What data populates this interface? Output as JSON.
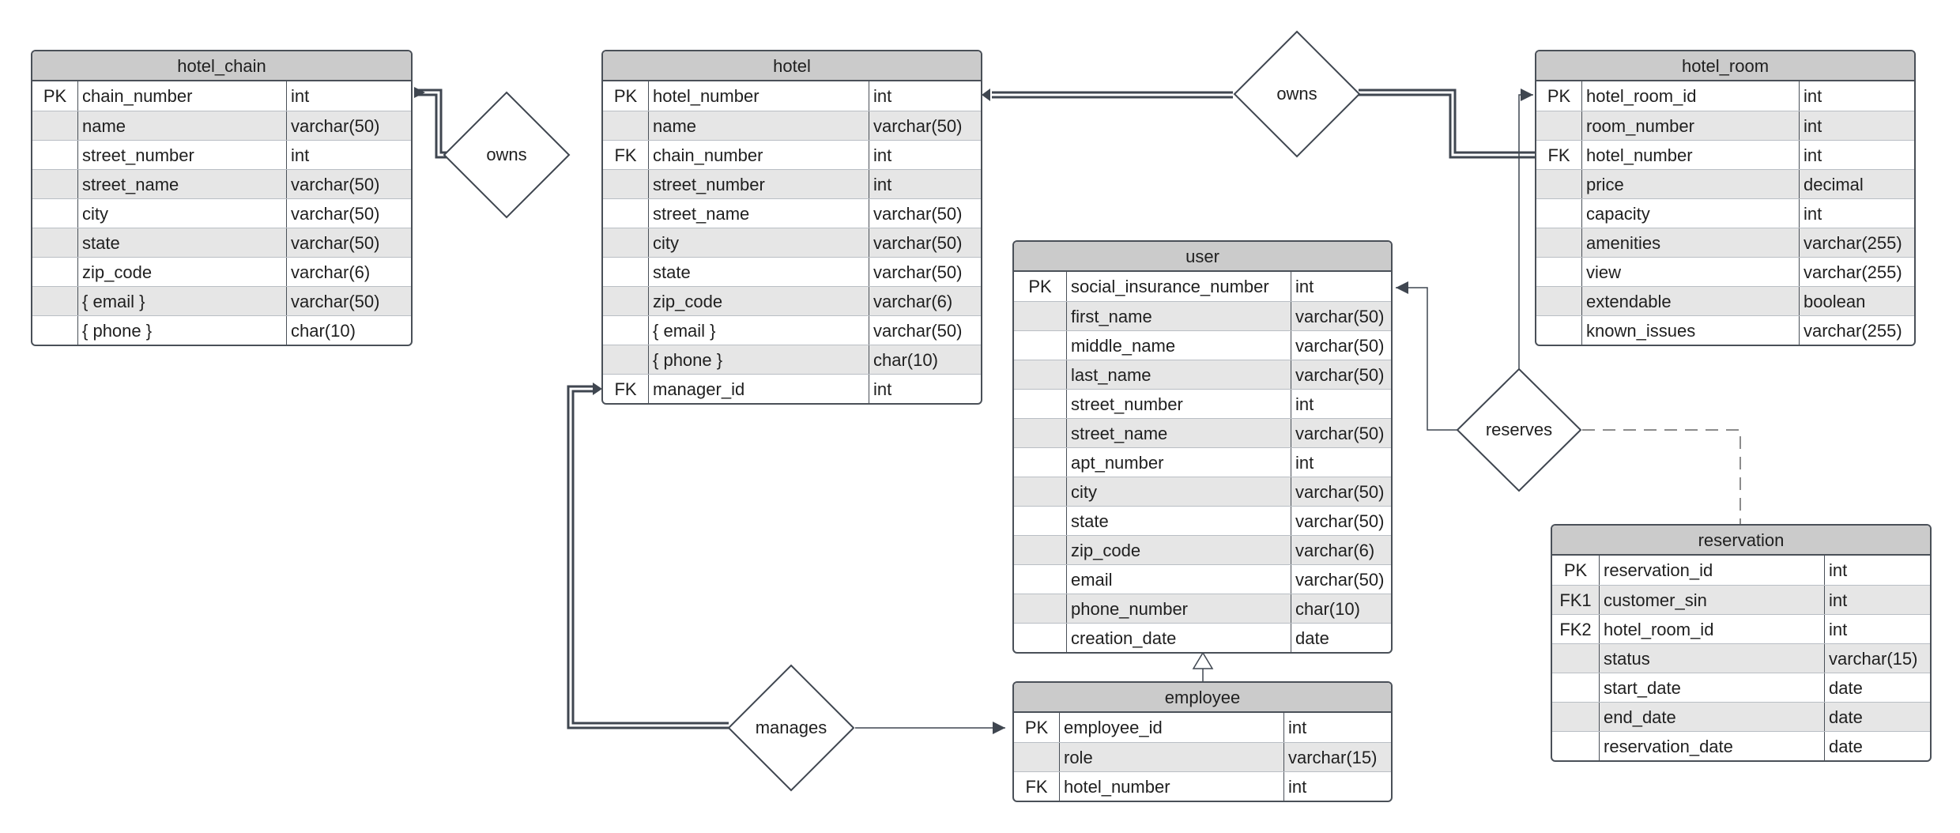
{
  "entities": {
    "hotel_chain": {
      "title": "hotel_chain",
      "rows": [
        {
          "key": "PK",
          "field": "chain_number",
          "type": "int"
        },
        {
          "key": "",
          "field": "name",
          "type": "varchar(50)"
        },
        {
          "key": "",
          "field": "street_number",
          "type": "int"
        },
        {
          "key": "",
          "field": "street_name",
          "type": "varchar(50)"
        },
        {
          "key": "",
          "field": "city",
          "type": "varchar(50)"
        },
        {
          "key": "",
          "field": "state",
          "type": "varchar(50)"
        },
        {
          "key": "",
          "field": "zip_code",
          "type": "varchar(6)"
        },
        {
          "key": "",
          "field": "{ email }",
          "type": "varchar(50)"
        },
        {
          "key": "",
          "field": "{ phone }",
          "type": "char(10)"
        }
      ]
    },
    "hotel": {
      "title": "hotel",
      "rows": [
        {
          "key": "PK",
          "field": "hotel_number",
          "type": "int"
        },
        {
          "key": "",
          "field": "name",
          "type": "varchar(50)"
        },
        {
          "key": "FK",
          "field": "chain_number",
          "type": "int"
        },
        {
          "key": "",
          "field": "street_number",
          "type": "int"
        },
        {
          "key": "",
          "field": "street_name",
          "type": "varchar(50)"
        },
        {
          "key": "",
          "field": "city",
          "type": "varchar(50)"
        },
        {
          "key": "",
          "field": "state",
          "type": "varchar(50)"
        },
        {
          "key": "",
          "field": "zip_code",
          "type": "varchar(6)"
        },
        {
          "key": "",
          "field": "{ email }",
          "type": "varchar(50)"
        },
        {
          "key": "",
          "field": "{ phone }",
          "type": "char(10)"
        },
        {
          "key": "FK",
          "field": "manager_id",
          "type": "int"
        }
      ]
    },
    "hotel_room": {
      "title": "hotel_room",
      "rows": [
        {
          "key": "PK",
          "field": "hotel_room_id",
          "type": "int"
        },
        {
          "key": "",
          "field": "room_number",
          "type": "int"
        },
        {
          "key": "FK",
          "field": "hotel_number",
          "type": "int"
        },
        {
          "key": "",
          "field": "price",
          "type": "decimal"
        },
        {
          "key": "",
          "field": "capacity",
          "type": "int"
        },
        {
          "key": "",
          "field": "amenities",
          "type": "varchar(255)"
        },
        {
          "key": "",
          "field": "view",
          "type": "varchar(255)"
        },
        {
          "key": "",
          "field": "extendable",
          "type": "boolean"
        },
        {
          "key": "",
          "field": "known_issues",
          "type": "varchar(255)"
        }
      ]
    },
    "user": {
      "title": "user",
      "rows": [
        {
          "key": "PK",
          "field": "social_insurance_number",
          "type": "int"
        },
        {
          "key": "",
          "field": "first_name",
          "type": "varchar(50)"
        },
        {
          "key": "",
          "field": "middle_name",
          "type": "varchar(50)"
        },
        {
          "key": "",
          "field": "last_name",
          "type": "varchar(50)"
        },
        {
          "key": "",
          "field": "street_number",
          "type": "int"
        },
        {
          "key": "",
          "field": "street_name",
          "type": "varchar(50)"
        },
        {
          "key": "",
          "field": "apt_number",
          "type": "int"
        },
        {
          "key": "",
          "field": "city",
          "type": "varchar(50)"
        },
        {
          "key": "",
          "field": "state",
          "type": "varchar(50)"
        },
        {
          "key": "",
          "field": "zip_code",
          "type": "varchar(6)"
        },
        {
          "key": "",
          "field": "email",
          "type": "varchar(50)"
        },
        {
          "key": "",
          "field": "phone_number",
          "type": "char(10)"
        },
        {
          "key": "",
          "field": "creation_date",
          "type": "date"
        }
      ]
    },
    "employee": {
      "title": "employee",
      "rows": [
        {
          "key": "PK",
          "field": "employee_id",
          "type": "int"
        },
        {
          "key": "",
          "field": "role",
          "type": "varchar(15)"
        },
        {
          "key": "FK",
          "field": "hotel_number",
          "type": "int"
        }
      ]
    },
    "reservation": {
      "title": "reservation",
      "rows": [
        {
          "key": "PK",
          "field": "reservation_id",
          "type": "int"
        },
        {
          "key": "FK1",
          "field": "customer_sin",
          "type": "int"
        },
        {
          "key": "FK2",
          "field": "hotel_room_id",
          "type": "int"
        },
        {
          "key": "",
          "field": "status",
          "type": "varchar(15)"
        },
        {
          "key": "",
          "field": "start_date",
          "type": "date"
        },
        {
          "key": "",
          "field": "end_date",
          "type": "date"
        },
        {
          "key": "",
          "field": "reservation_date",
          "type": "date"
        }
      ]
    }
  },
  "relationships": {
    "owns_chain_hotel": "owns",
    "owns_hotel_room": "owns",
    "manages": "manages",
    "reserves": "reserves"
  },
  "colors": {
    "line": "#3f4650",
    "header_fill": "#cbcbcb",
    "alt_row_fill": "#e6e6e6",
    "dashed_line": "#8c8c8c"
  }
}
